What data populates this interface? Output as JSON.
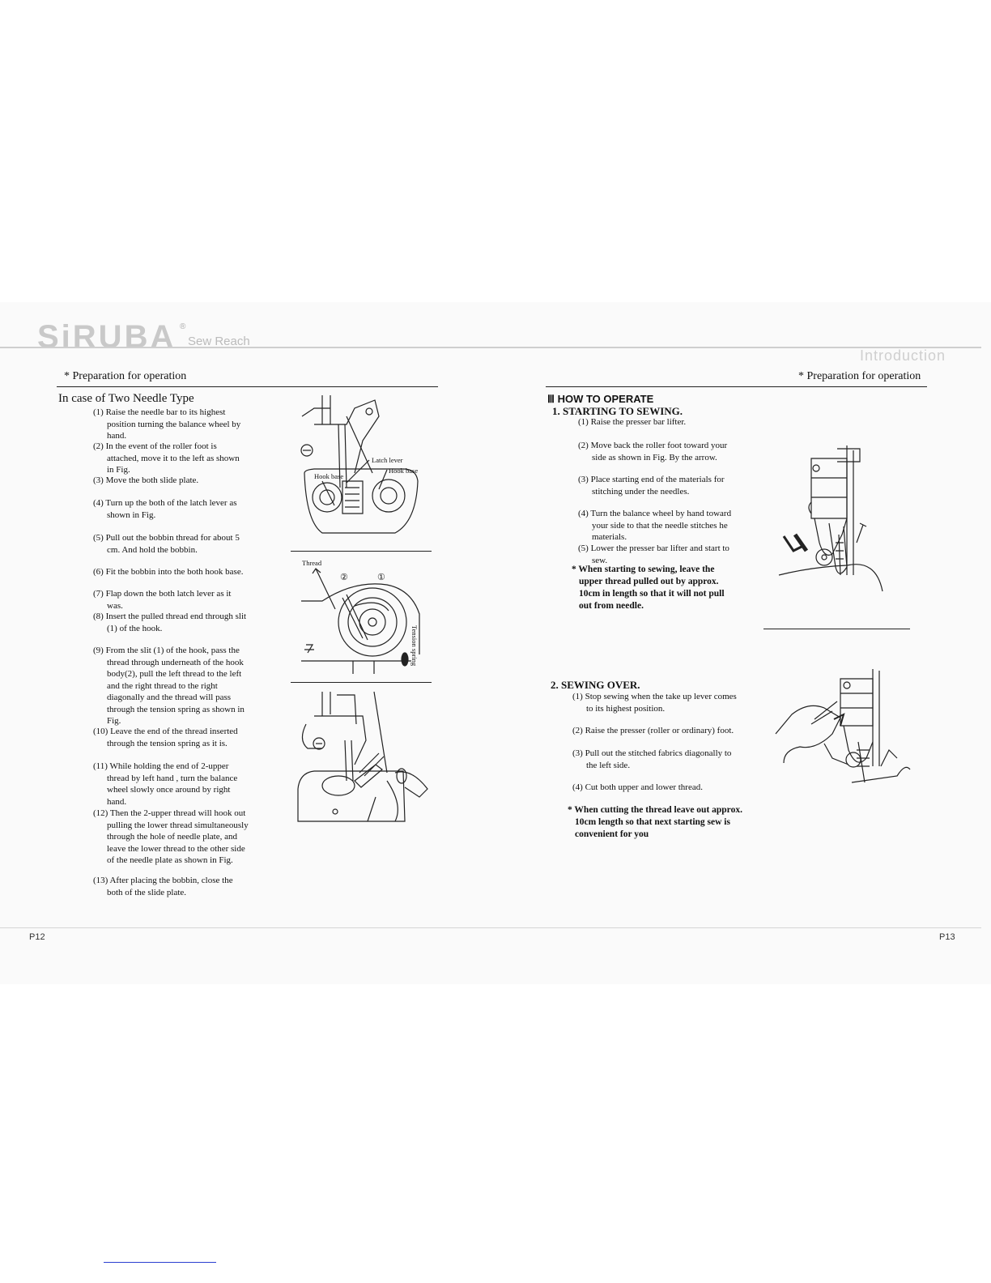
{
  "header": {
    "brand": "SiRUBA",
    "registered": "®",
    "tagline": "Sew Reach",
    "section": "Introduction"
  },
  "left_page": {
    "heading": "* Preparation for operation",
    "title": "In case of Two Needle Type",
    "steps": [
      "(1) Raise the needle bar to its highest position turning the balance wheel by hand.",
      "(2) In the event of the roller foot is attached, move it to the left as shown in Fig.",
      "(3) Move the both slide plate.",
      "(4) Turn up the both of the latch lever as shown in Fig.",
      "(5) Pull out the bobbin thread for about 5 cm. And hold the bobbin.",
      "(6) Fit the bobbin into the both hook base.",
      "(7) Flap down the both latch lever as it was.",
      "(8) Insert the pulled thread end through slit (1) of the hook.",
      "(9) From the slit (1) of the hook, pass the thread through underneath of the hook body(2), pull the left thread to the left and the right thread to the right diagonally and the thread will pass through the tension spring as shown in Fig.",
      "(10) Leave the end of the thread inserted through the tension spring as it is.",
      "(11) While holding the end of 2-upper thread by left hand , turn the balance wheel slowly once around by right hand.",
      "(12) Then the 2-upper thread will hook out pulling the lower thread simultaneously through the hole of needle plate, and leave the lower thread to the other side of the needle plate as shown in Fig.",
      "(13) After placing the bobbin, close the both of the slide plate."
    ],
    "fig_labels": {
      "latch_lever": "Latch lever",
      "hook_base_right": "Hook base",
      "hook_base_left": "Hook base",
      "thread": "Thread",
      "circle_2": "②",
      "circle_1": "①",
      "tension_spring": "Tension spring"
    },
    "page_number": "P12"
  },
  "right_page": {
    "heading": "* Preparation for operation",
    "section_title": "Ⅲ HOW TO OPERATE",
    "sub1_title": "1.  STARTING TO SEWING.",
    "sub1_steps": [
      "(1) Raise the presser bar lifter.",
      "(2) Move back the roller foot toward your side as shown in Fig. By the arrow.",
      "(3) Place starting end of the materials for stitching under the needles.",
      "(4) Turn the balance wheel by hand toward your side to that the needle stitches he materials.",
      "(5) Lower the presser bar lifter and start to sew."
    ],
    "sub1_note": "* When starting to sewing, leave the upper thread pulled out by approx. 10cm in length so that it will not pull out from needle.",
    "sub2_title": "2. SEWING OVER.",
    "sub2_steps": [
      "(1) Stop sewing when the take up lever comes to its highest position.",
      "(2) Raise the presser (roller or ordinary) foot.",
      "(3) Pull out the stitched fabrics diagonally to the left side.",
      "(4) Cut both upper and lower thread."
    ],
    "sub2_note": "* When cutting the thread leave out approx. 10cm length so that next starting sew is convenient for you",
    "page_number": "P13"
  }
}
